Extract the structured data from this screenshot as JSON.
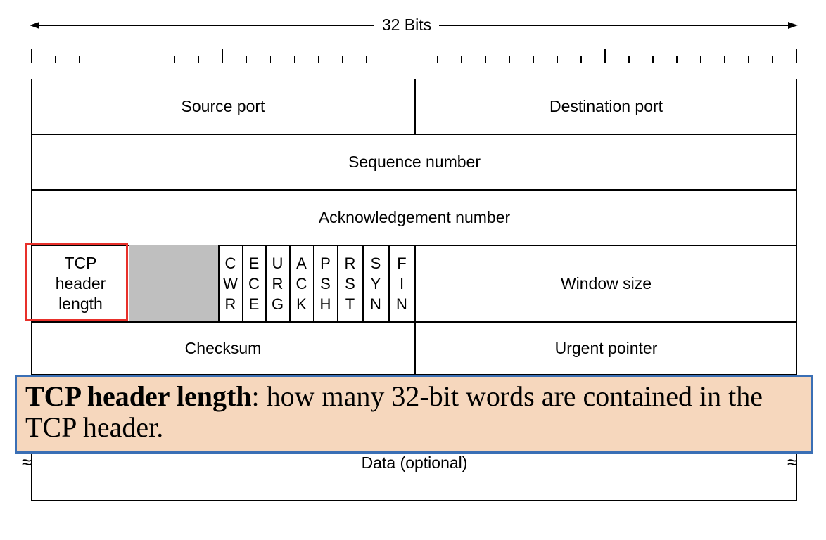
{
  "header_bits_label": "32 Bits",
  "rows": {
    "source_port": "Source port",
    "destination_port": "Destination port",
    "sequence_number": "Sequence number",
    "acknowledgement_number": "Acknowledgement number",
    "window_size": "Window size",
    "checksum": "Checksum",
    "urgent_pointer": "Urgent pointer",
    "data": "Data (optional)"
  },
  "tcp_header_length": {
    "line1": "TCP",
    "line2": "header",
    "line3": "length"
  },
  "flags": [
    {
      "l1": "C",
      "l2": "W",
      "l3": "R"
    },
    {
      "l1": "E",
      "l2": "C",
      "l3": "E"
    },
    {
      "l1": "U",
      "l2": "R",
      "l3": "G"
    },
    {
      "l1": "A",
      "l2": "C",
      "l3": "K"
    },
    {
      "l1": "P",
      "l2": "S",
      "l3": "H"
    },
    {
      "l1": "R",
      "l2": "S",
      "l3": "T"
    },
    {
      "l1": "S",
      "l2": "Y",
      "l3": "N"
    },
    {
      "l1": "F",
      "l2": "I",
      "l3": "N"
    }
  ],
  "callout": {
    "term": "TCP header length",
    "definition": ": how many 32-bit words are contained in the TCP header."
  },
  "colors": {
    "highlight_border": "#e8302a",
    "callout_border": "#3a6fb5",
    "callout_fill": "#f6d7bd",
    "reserved_fill": "#bfbfbf"
  }
}
